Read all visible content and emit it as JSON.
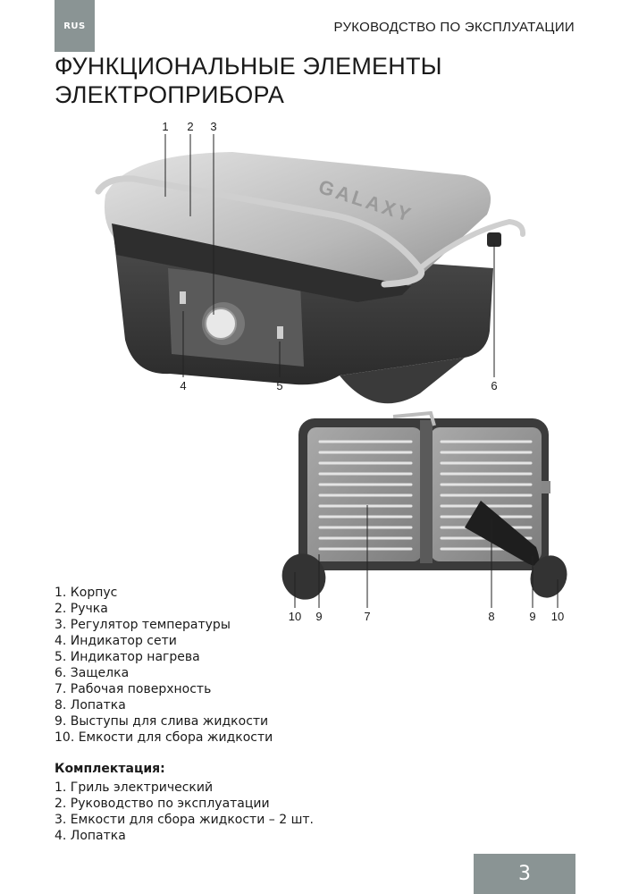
{
  "header": {
    "lang": "RUS",
    "title": "РУКОВОДСТВО ПО ЭКСПЛУАТАЦИИ"
  },
  "page_title": {
    "line1": "ФУНКЦИОНАЛЬНЫЕ ЭЛЕМЕНТЫ",
    "line2": "ЭЛЕКТРОПРИБОРА"
  },
  "figure_top": {
    "brand": "GALAXY",
    "callouts": [
      "1",
      "2",
      "3",
      "4",
      "5",
      "6"
    ]
  },
  "figure_bottom": {
    "callouts": [
      "10",
      "9",
      "7",
      "8",
      "9",
      "10"
    ]
  },
  "parts": [
    "1. Корпус",
    "2. Ручка",
    "3. Регулятор температуры",
    "4. Индикатор сети",
    "5. Индикатор нагрева",
    "6. Защелка",
    "7. Рабочая поверхность",
    "8. Лопатка",
    "9. Выступы для слива жидкости",
    "10. Емкости для сбора жидкости"
  ],
  "kit": {
    "heading": "Комплектация:",
    "items": [
      "1. Гриль электрический",
      "2. Руководство по эксплуатации",
      "3. Емкости для сбора жидкости – 2 шт.",
      "4. Лопатка"
    ]
  },
  "page_number": "3",
  "colors": {
    "accent_gray": "#8a9494"
  }
}
